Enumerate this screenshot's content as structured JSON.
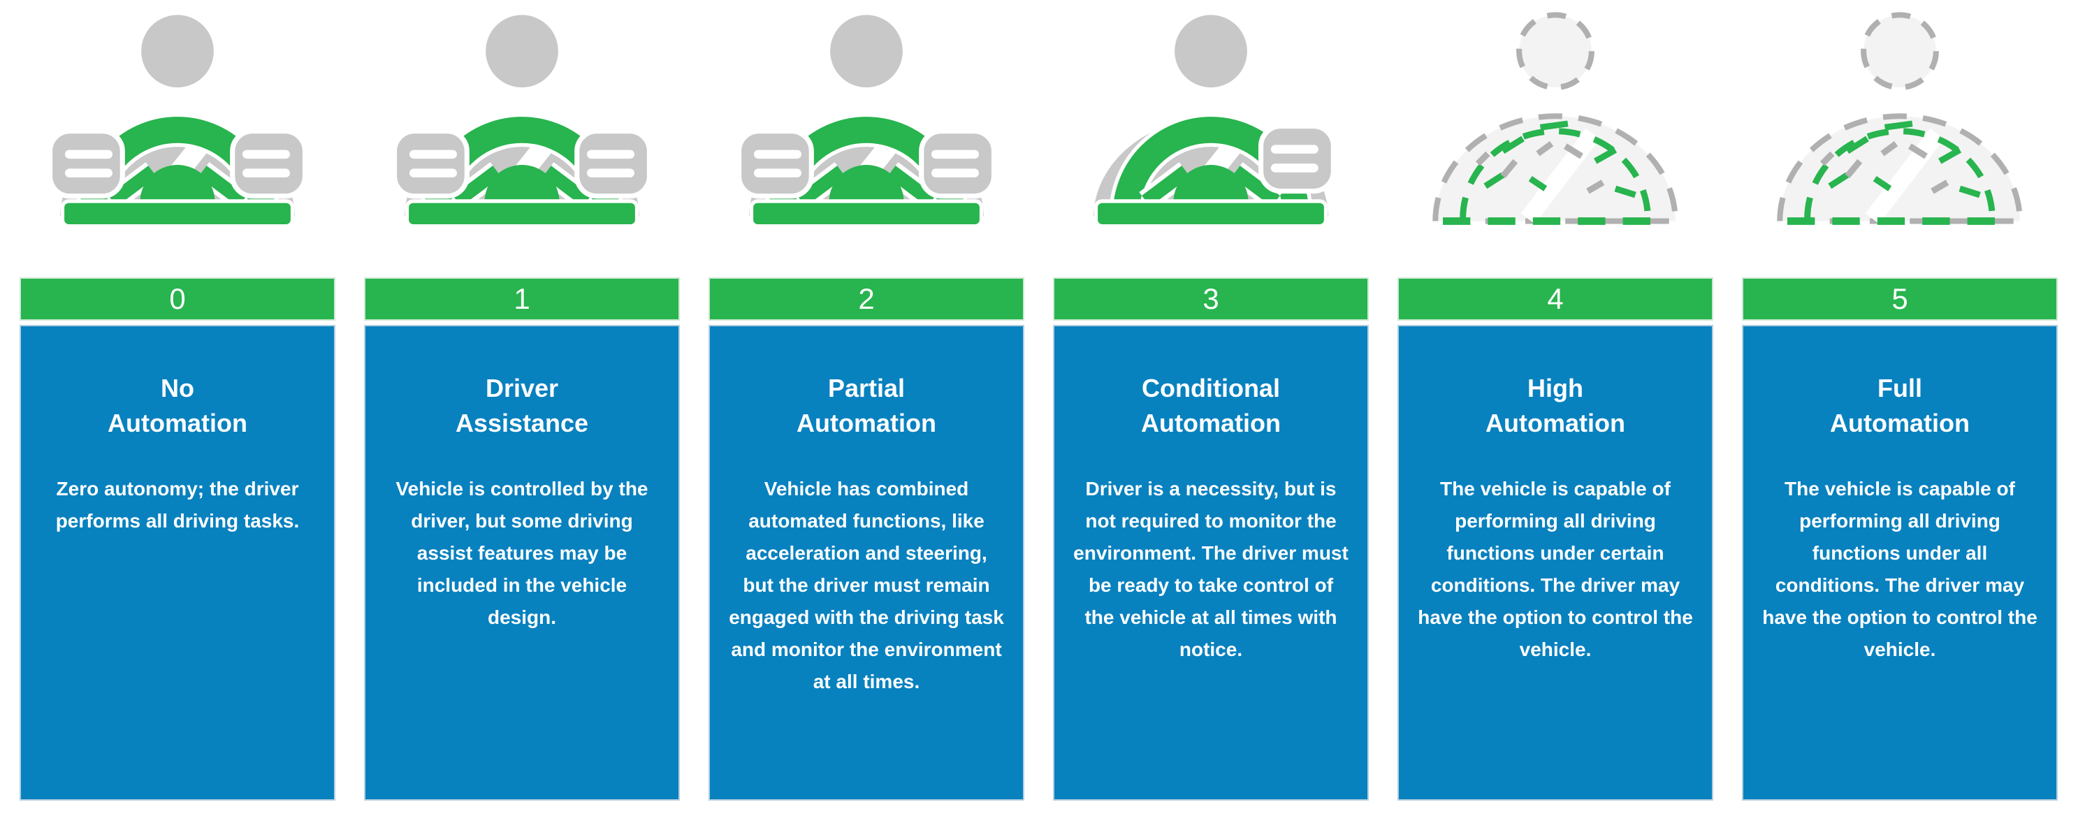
{
  "colors": {
    "green": "#28b44e",
    "blue": "#0881bf",
    "icon_gray": "#c8c8c8",
    "ghost_fill": "#f3f3f3",
    "ghost_stroke": "#b0b0b0",
    "card_border": "#b5cfe0",
    "header_border": "#cde8d4",
    "text_white": "#ffffff"
  },
  "levels": [
    {
      "number": "0",
      "title": "No\nAutomation",
      "description": "Zero autonomy; the driver performs all driving tasks.",
      "icon": "driver-both-hands"
    },
    {
      "number": "1",
      "title": "Driver\nAssistance",
      "description": "Vehicle is controlled by the driver, but some driving assist features may be included in the vehicle design.",
      "icon": "driver-both-hands"
    },
    {
      "number": "2",
      "title": "Partial\nAutomation",
      "description": "Vehicle has combined automated functions, like acceleration and steering, but the driver must remain engaged with the driving task and monitor the environment at all times.",
      "icon": "driver-both-hands"
    },
    {
      "number": "3",
      "title": "Conditional\nAutomation",
      "description": "Driver is a necessity, but is not required to monitor the environment. The driver must be ready to take control of the vehicle at all times with notice.",
      "icon": "driver-one-hand"
    },
    {
      "number": "4",
      "title": "High\nAutomation",
      "description": "The vehicle is capable of performing all driving functions under certain conditions. The driver may have the option to control the vehicle.",
      "icon": "autonomous-ghost"
    },
    {
      "number": "5",
      "title": "Full\nAutomation",
      "description": "The vehicle is capable of performing all driving functions under all conditions. The driver may have the option to control the vehicle.",
      "icon": "autonomous-ghost"
    }
  ]
}
